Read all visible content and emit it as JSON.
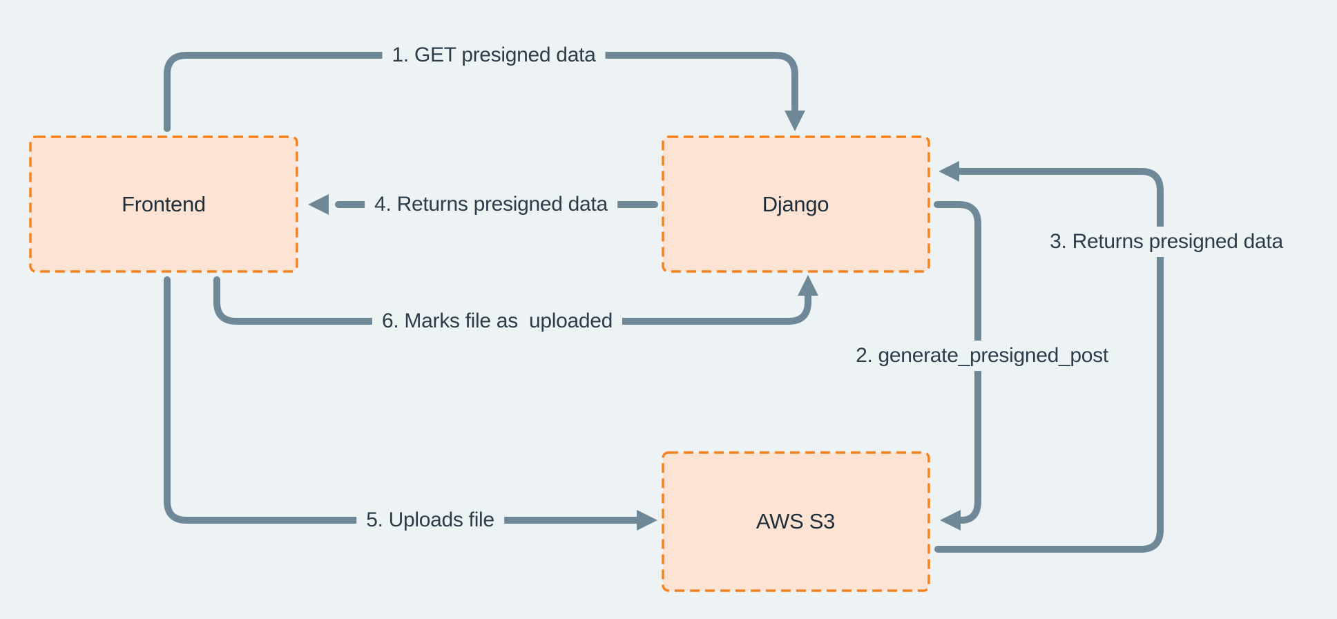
{
  "colors": {
    "background": "#edf2f5",
    "node_fill": "#fce3d3",
    "node_border": "#f8821c",
    "arrow": "#6e8898",
    "node_text": "#1f2e3a",
    "label_text": "#2c3c49"
  },
  "nodes": {
    "frontend": {
      "label": "Frontend"
    },
    "django": {
      "label": "Django"
    },
    "aws_s3": {
      "label": "AWS S3"
    }
  },
  "arrows": {
    "step1": {
      "label": "1. GET presigned data"
    },
    "step2": {
      "label": "2. generate_presigned_post"
    },
    "step3": {
      "label": "3. Returns presigned data"
    },
    "step4": {
      "label": "4. Returns presigned data"
    },
    "step5": {
      "label": "5. Uploads file"
    },
    "step6": {
      "label": "6. Marks file as  uploaded"
    }
  }
}
